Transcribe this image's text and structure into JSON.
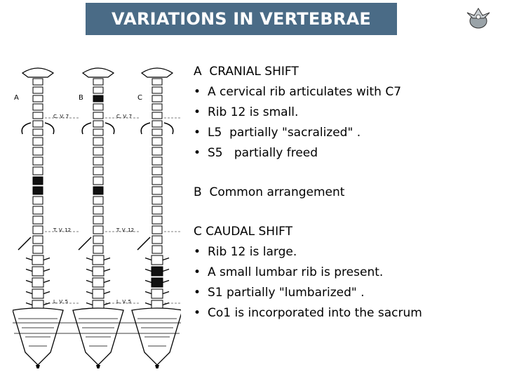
{
  "title": "VARIATIONS IN VERTEBRAE",
  "logo_icon": "vertebra-icon",
  "figure": {
    "column_labels": [
      "A",
      "B",
      "C"
    ],
    "level_labels": {
      "cv7": "C. V. 7",
      "tv12": "T. V. 12",
      "lv5": "L. V. 5"
    }
  },
  "sections": [
    {
      "heading": "A  CRANIAL SHIFT",
      "bullets": [
        "A cervical rib articulates with C7",
        "Rib 12 is small.",
        "L5  partially \"sacralized\" .",
        "S5   partially freed"
      ]
    },
    {
      "heading": "B  Common arrangement",
      "bullets": []
    },
    {
      "heading": "C CAUDAL SHIFT",
      "bullets": [
        "Rib 12 is large.",
        "A small lumbar rib is present.",
        "S1 partially \"lumbarized\" .",
        "Co1 is incorporated into the sacrum"
      ]
    }
  ],
  "colors": {
    "title_bg": "#4a6b86",
    "title_text": "#ffffff"
  }
}
